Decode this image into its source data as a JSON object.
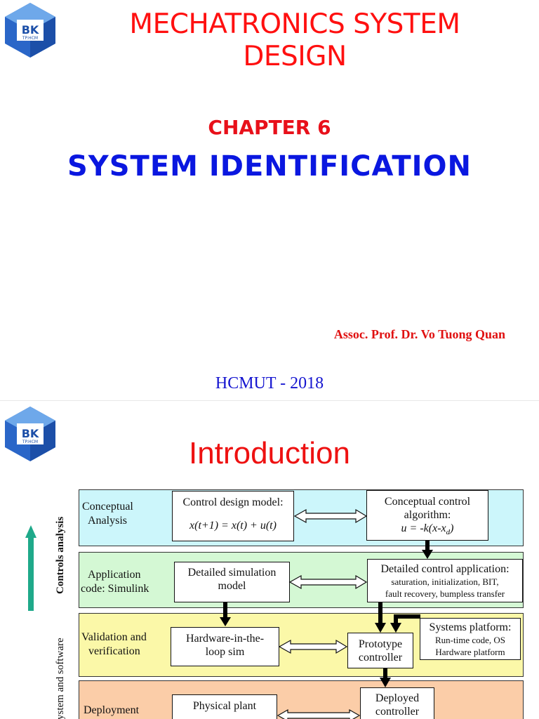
{
  "slide1": {
    "title": "MECHATRONICS SYSTEM DESIGN",
    "logo_text": "BK",
    "logo_sub": "TP.HCM",
    "chapter": "CHAPTER 6",
    "subject": "SYSTEM IDENTIFICATION",
    "author": "Assoc. Prof. Dr. Vo Tuong Quan",
    "footer": "HCMUT - 2018"
  },
  "slide2": {
    "title": "Introduction",
    "logo_text": "BK",
    "logo_sub": "TP.HCM",
    "vertical_labels": [
      "Controls analysis",
      "ystem and software"
    ],
    "bands": [
      {
        "label_line1": "Conceptual",
        "label_line2": "Analysis",
        "color": "#ccf6fb"
      },
      {
        "label_line1": "Application",
        "label_line2": "code: Simulink",
        "color": "#d4f8d4"
      },
      {
        "label_line1": "Validation and",
        "label_line2": "verification",
        "color": "#fbf8a8"
      },
      {
        "label_line1": "Deployment",
        "label_line2": "",
        "color": "#fbcda8"
      }
    ],
    "boxes": {
      "control_design": {
        "line1": "Control design model:",
        "line2": "x(t+1) = x(t) + u(t)"
      },
      "conceptual_control": {
        "line1": "Conceptual control",
        "line2": "algorithm:",
        "line3": "u = -k(x-x",
        "line3_sub": "d",
        "line3_end": ")"
      },
      "detailed_sim": {
        "line1": "Detailed simulation",
        "line2": "model"
      },
      "detailed_control": {
        "line1": "Detailed control application:",
        "line2": "saturation, initialization, BIT,",
        "line3": "fault recovery, bumpless transfer"
      },
      "hil": {
        "line1": "Hardware-in-the-",
        "line2": "loop sim"
      },
      "prototype": {
        "line1": "Prototype",
        "line2": "controller"
      },
      "systems_platform": {
        "line1": "Systems platform:",
        "line2": "Run-time code, OS",
        "line3": "Hardware platform"
      },
      "physical_plant": {
        "line1": "Physical plant"
      },
      "deployed": {
        "line1": "Deployed",
        "line2": "controller"
      }
    }
  }
}
